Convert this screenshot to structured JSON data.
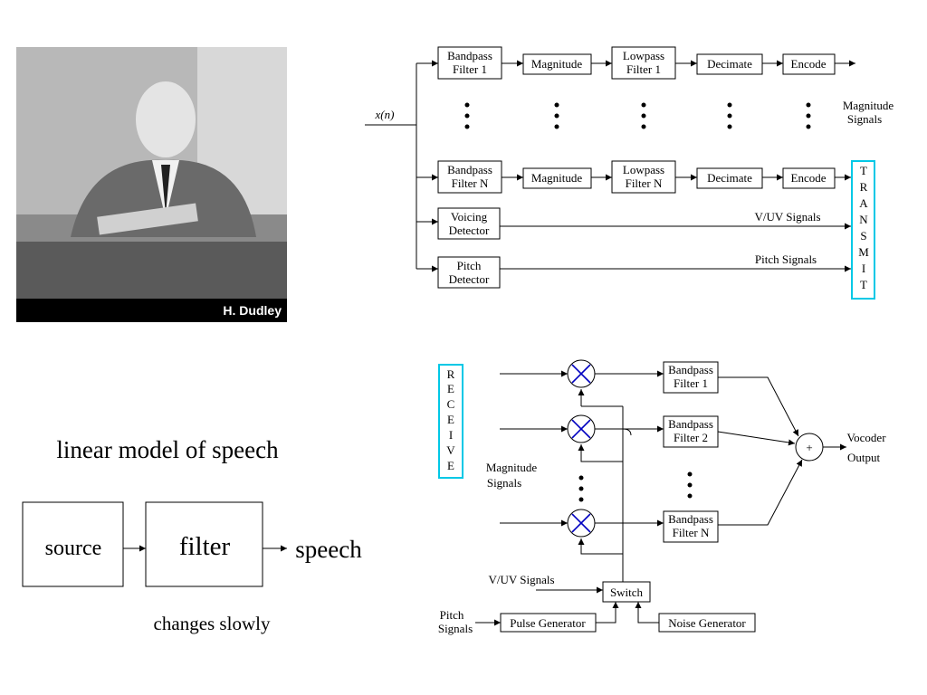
{
  "photo": {
    "caption": "H. Dudley"
  },
  "analyzer": {
    "input_label": "x(n)",
    "row1": [
      "Bandpass",
      "Filter 1",
      "Magnitude",
      "Lowpass",
      "Filter 1",
      "Decimate",
      "Encode"
    ],
    "rowN": [
      "Bandpass",
      "Filter N",
      "Magnitude",
      "Lowpass",
      "Filter N",
      "Decimate",
      "Encode"
    ],
    "voicing": [
      "Voicing",
      "Detector"
    ],
    "pitch": [
      "Pitch",
      "Detector"
    ],
    "magnitude_signals": [
      "Magnitude",
      "Signals"
    ],
    "vuv_signals": "V/UV Signals",
    "pitch_signals": "Pitch Signals",
    "transmit": [
      "T",
      "R",
      "A",
      "N",
      "S",
      "M",
      "I",
      "T"
    ]
  },
  "synthesizer": {
    "receive": [
      "R",
      "E",
      "C",
      "E",
      "I",
      "V",
      "E"
    ],
    "magnitude_signals": [
      "Magnitude",
      "Signals"
    ],
    "filters": [
      [
        "Bandpass",
        "Filter 1"
      ],
      [
        "Bandpass",
        "Filter 2"
      ],
      [
        "Bandpass",
        "Filter N"
      ]
    ],
    "vocoder_output": [
      "Vocoder",
      "Output"
    ],
    "plus": "+",
    "vuv_signals": "V/UV Signals",
    "switch": "Switch",
    "pitch_signals": [
      "Pitch",
      "Signals"
    ],
    "pulse_generator": "Pulse Generator",
    "noise_generator": "Noise Generator"
  },
  "model": {
    "title": "linear model of speech",
    "source": "source",
    "filter": "filter",
    "speech": "speech",
    "note": "changes slowly"
  },
  "colors": {
    "accent": "#00c8e6",
    "multiplier": "#0000c0"
  }
}
